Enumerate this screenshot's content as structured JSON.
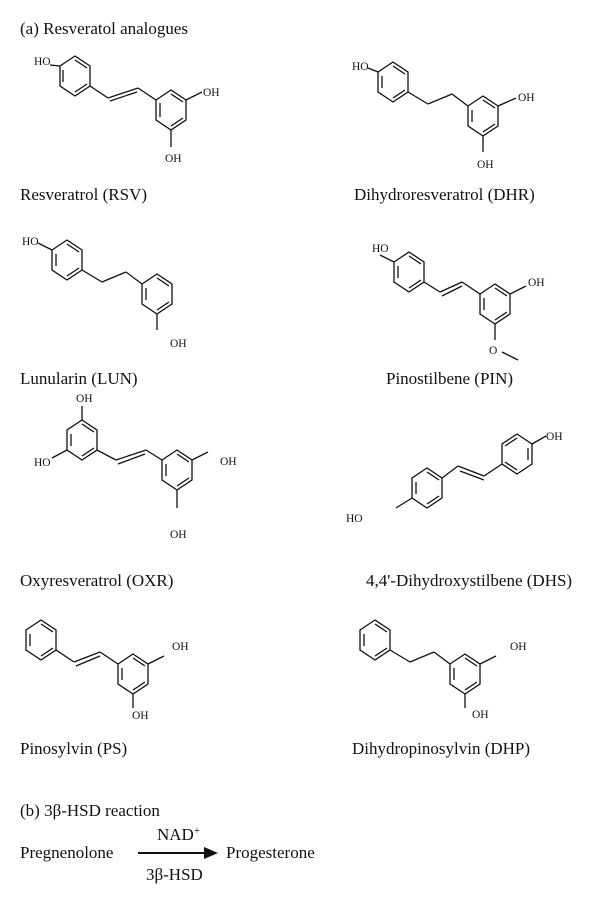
{
  "section_a": "(a) Resveratol analogues",
  "section_b": "(b) 3β-HSD reaction",
  "compounds": [
    {
      "label": "Resveratrol (RSV)"
    },
    {
      "label": "Dihydroresveratrol (DHR)"
    },
    {
      "label": "Lunularin (LUN)"
    },
    {
      "label": "Pinostilbene (PIN)"
    },
    {
      "label": "Oxyresveratrol (OXR)"
    },
    {
      "label": "4,4'-Dihydroxystilbene (DHS)"
    },
    {
      "label": "Pinosylvin (PS)"
    },
    {
      "label": "Dihydropinosylvin (DHP)"
    }
  ],
  "groups": {
    "oh": "OH",
    "ho": "HO"
  },
  "reaction": {
    "substrate": "Pregnenolone",
    "product": "Progesterone",
    "cofactor": "NAD",
    "cofactor_charge": "+",
    "enzyme": "3β-HSD"
  }
}
